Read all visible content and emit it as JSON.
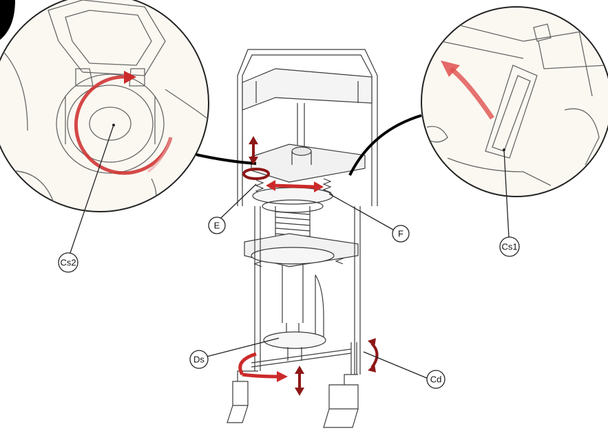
{
  "callouts": {
    "cs2": "Cs2",
    "cs1": "Cs1",
    "e": "E",
    "f": "F",
    "ds": "Ds",
    "cd": "Cd"
  },
  "colors": {
    "arrow": "#cc2a2a",
    "arrow_dark": "#8e1717",
    "line": "#444444",
    "zoom_fill": "#fbf8f1"
  }
}
